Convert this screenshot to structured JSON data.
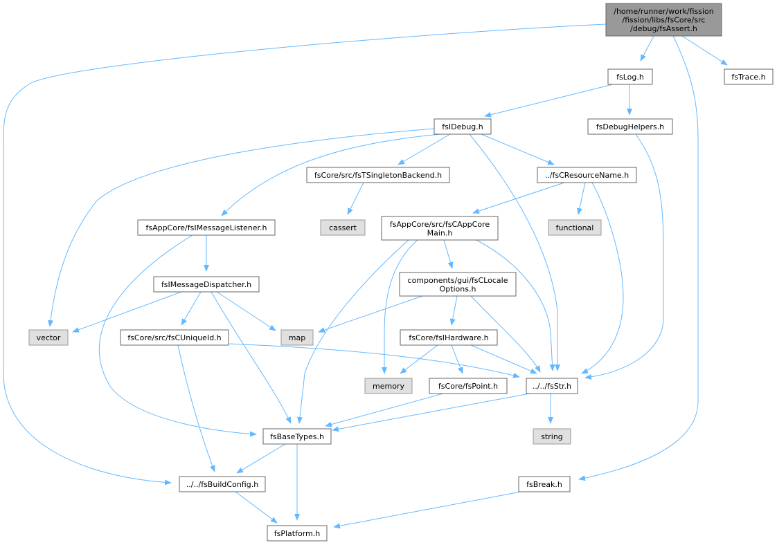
{
  "colors": {
    "edge": "#63b8ff",
    "root_fill": "#999999",
    "external_fill": "#e0e0e0",
    "node_fill": "#ffffff",
    "node_border": "#666666"
  },
  "nodes": {
    "root": "/home/runner/work/fission\n/fission/libs/fsCore/src\n/debug/fsAssert.h",
    "fslog": "fsLog.h",
    "fstrace": "fsTrace.h",
    "fsidebug": "fsIDebug.h",
    "fsdebughelpers": "fsDebugHelpers.h",
    "fstsingleton": "fsCore/src/fsTSingletonBackend.h",
    "fscresourcename": "../fsCResourceName.h",
    "cassert": "cassert",
    "functional": "functional",
    "fsimsglistener": "fsAppCore/fsIMessageListener.h",
    "fscappcore": "fsAppCore/src/fsCAppCore\nMain.h",
    "fsimsgdispatcher": "fsIMessageDispatcher.h",
    "fsclocale": "components/gui/fsCLocale\nOptions.h",
    "vector": "vector",
    "fscuniqueid": "fsCore/src/fsCUniqueId.h",
    "map": "map",
    "fsihardware": "fsCore/fsIHardware.h",
    "memory": "memory",
    "fspoint": "fsCore/fsPoint.h",
    "fsstr": "../../fsStr.h",
    "fsbasetypes": "fsBaseTypes.h",
    "string": "string",
    "fsbuildconfig": "../../fsBuildConfig.h",
    "fsbreak": "fsBreak.h",
    "fsplatform": "fsPlatform.h"
  }
}
